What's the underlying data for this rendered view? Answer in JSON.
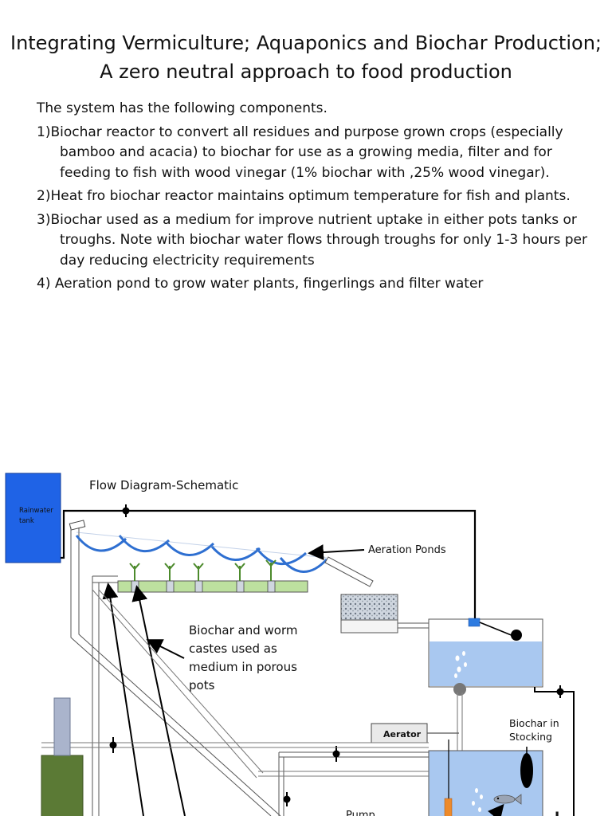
{
  "title": {
    "line1": "Integrating Vermiculture; Aquaponics and Biochar Production;",
    "line2": "A zero neutral approach to food production"
  },
  "intro": "The system has the following components.",
  "items": [
    "1)Biochar reactor to convert all residues and purpose grown crops (especially bamboo and acacia) to biochar for use as a growing media, filter and for feeding to fish with wood vinegar (1% biochar with ,25% wood vinegar).",
    "2)Heat fro biochar reactor maintains optimum temperature for fish and plants.",
    "3)Biochar used as a medium for improve nutrient uptake in either pots tanks or troughs. Note with biochar water flows through troughs for only 1-3 hours per day reducing electricity requirements",
    "4) Aeration pond to grow water plants, fingerlings and filter water"
  ],
  "diagram": {
    "heading": "Flow Diagram-Schematic",
    "rainwater_tank_line1": "Rainwater",
    "rainwater_tank_line2": "tank",
    "aeration_ponds": "Aeration Ponds",
    "biochar_worm_line1": "Biochar and worm",
    "biochar_worm_line2": "castes used as",
    "biochar_worm_line3": "medium in porous",
    "biochar_worm_line4": "pots",
    "aerator": "Aerator",
    "biochar_stocking_line1": "Biochar in",
    "biochar_stocking_line2": "Stocking",
    "pump": "Pump"
  },
  "colors": {
    "rainwater_tank": "#1f63e6",
    "water": "#a9c8f0",
    "trough": "#bde09f",
    "green_tank": "#5b7a35",
    "pipe_light": "#aab4cc",
    "heater": "#ed8a2a"
  }
}
